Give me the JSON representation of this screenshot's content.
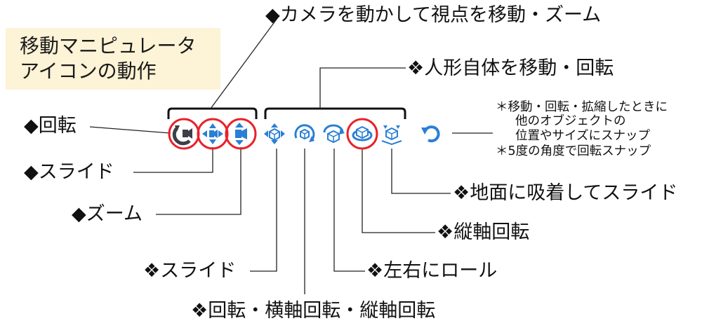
{
  "title": {
    "line1": "移動マニピュレータ",
    "line2": "アイコンの動作"
  },
  "labels": {
    "camera": "◆カメラを動かして視点を移動・ズーム",
    "figure": "❖人形自体を移動・回転",
    "rotate": "◆回転",
    "slide": "◆スライド",
    "zoom": "◆ズーム",
    "fig_slide": "❖スライド",
    "fig_rotate_all": "❖回転・横軸回転・縦軸回転",
    "roll": "❖左右にロール",
    "vertical_axis": "❖縦軸回転",
    "ground_slide": "❖地面に吸着してスライド"
  },
  "notes": {
    "line1": "＊移動・回転・拡縮したときに",
    "line2": "他のオブジェクトの",
    "line3": "位置やサイズにスナップ",
    "line4": "＊5度の角度で回転スナップ"
  },
  "icons": [
    {
      "name": "camera-rotate-icon",
      "circled": true
    },
    {
      "name": "camera-slide-icon",
      "circled": true
    },
    {
      "name": "camera-zoom-icon",
      "circled": true
    },
    {
      "name": "figure-slide-icon",
      "circled": false
    },
    {
      "name": "figure-rotate-icon",
      "circled": false
    },
    {
      "name": "figure-roll-icon",
      "circled": false
    },
    {
      "name": "figure-vertical-rotate-icon",
      "circled": true
    },
    {
      "name": "figure-ground-slide-icon",
      "circled": false
    },
    {
      "name": "snap-toggle-icon",
      "circled": false
    }
  ],
  "colors": {
    "icon_blue": "#2a7fd4",
    "icon_dark": "#3a3f48",
    "highlight": "#e8222a",
    "title_bg": "#fdf3d6"
  }
}
